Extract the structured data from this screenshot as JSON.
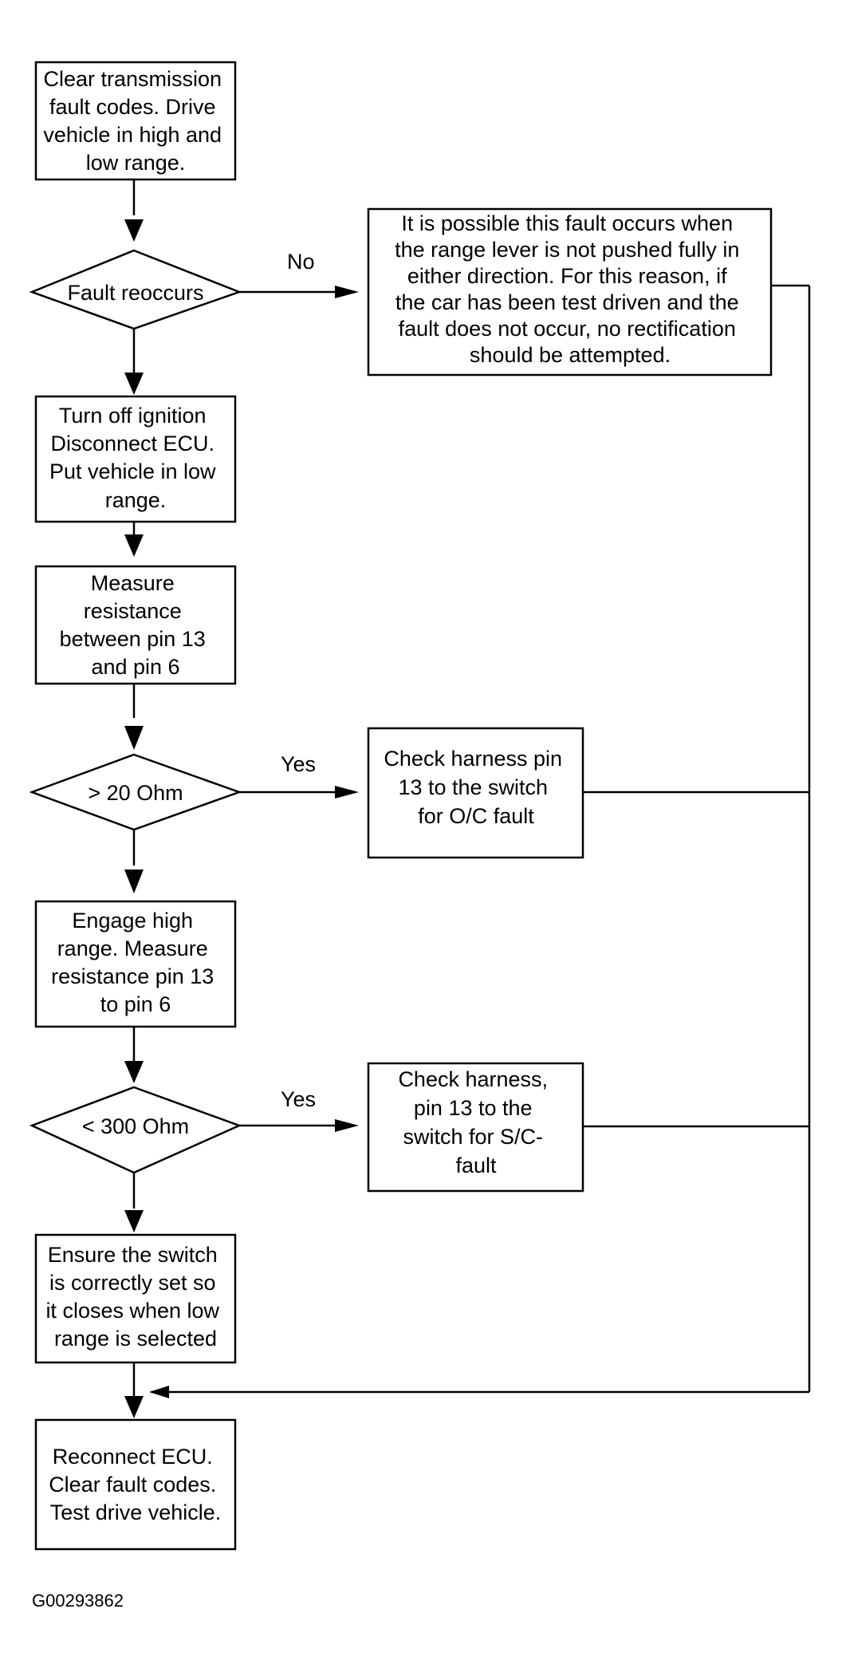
{
  "flowchart": {
    "steps": {
      "clear_codes": [
        "Clear transmission",
        "fault codes.  Drive",
        "vehicle in high and",
        "low range."
      ],
      "turn_off": [
        "Turn off ignition",
        "Disconnect ECU.",
        "Put vehicle in low",
        "range."
      ],
      "measure_low": [
        "Measure",
        "resistance",
        "between pin 13",
        "and pin 6"
      ],
      "engage_high": [
        "Engage high",
        "range.  Measure",
        "resistance pin 13",
        "to pin 6"
      ],
      "ensure_switch": [
        "Ensure the switch",
        "is correctly set so",
        "it closes when low",
        "range is selected"
      ],
      "reconnect": [
        "Reconnect ECU.",
        "Clear fault codes.",
        "Test drive vehicle."
      ]
    },
    "decisions": {
      "fault_reoccurs": "Fault reoccurs",
      "gt_20_ohm": "> 20 Ohm",
      "lt_300_ohm": "< 300 Ohm"
    },
    "side_boxes": {
      "note": [
        "It is possible this fault occurs when",
        "the range lever is not pushed fully in",
        "either direction.  For this reason, if",
        "the car has been test driven and the",
        "fault does not occur, no rectification",
        "should be attempted."
      ],
      "oc_check": [
        "Check harness pin",
        "13 to the switch",
        "for O/C fault"
      ],
      "sc_check": [
        "Check harness,",
        "pin 13 to the",
        "switch for S/C-",
        "fault"
      ]
    },
    "branch_labels": {
      "no": "No",
      "yes_1": "Yes",
      "yes_2": "Yes"
    }
  },
  "caption": "G00293862"
}
